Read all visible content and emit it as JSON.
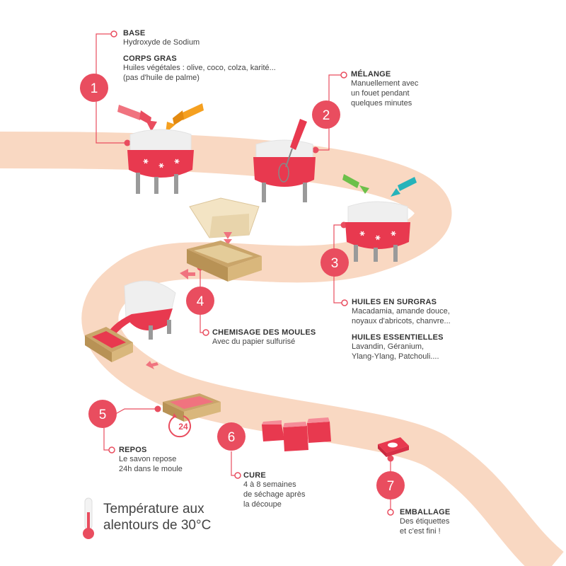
{
  "colors": {
    "path": "#f9d8c2",
    "accent": "#e94d5f",
    "soap": "#e8394f",
    "bowl": "#f0f0f0",
    "wood": "#caa56a"
  },
  "steps": {
    "s1": {
      "number": "1",
      "base_heading": "BASE",
      "base_text": "Hydroxyde de Sodium",
      "fat_heading": "CORPS GRAS",
      "fat_line1": "Huiles végétales : olive, coco, colza, karité...",
      "fat_line2": "(pas d'huile de palme)"
    },
    "s2": {
      "number": "2",
      "heading": "MÉLANGE",
      "line1": "Manuellement avec",
      "line2": "un fouet pendant",
      "line3": "quelques minutes"
    },
    "s3": {
      "number": "3",
      "surgras_heading": "HUILES EN SURGRAS",
      "surgras_line1": "Macadamia, amande douce,",
      "surgras_line2": "noyaux d'abricots, chanvre...",
      "ess_heading": "HUILES ESSENTIELLES",
      "ess_line1": "Lavandin, Géranium,",
      "ess_line2": "Ylang-Ylang, Patchouli...."
    },
    "s4": {
      "number": "4",
      "heading": "CHEMISAGE DES MOULES",
      "line1": "Avec du papier sulfurisé"
    },
    "s5": {
      "number": "5",
      "heading": "REPOS",
      "line1": "Le savon repose",
      "line2": "24h dans le moule",
      "timer": "24"
    },
    "s6": {
      "number": "6",
      "heading": "CURE",
      "line1": "4 à 8 semaines",
      "line2": "de séchage après",
      "line3": "la découpe"
    },
    "s7": {
      "number": "7",
      "heading": "EMBALLAGE",
      "line1": "Des étiquettes",
      "line2": "et c'est fini !"
    }
  },
  "temperature": {
    "line1": "Température aux",
    "line2": "alentours de 30°C"
  },
  "icons": [
    "pitcher-icon",
    "whisk-icon",
    "bowl-icon",
    "mold-icon",
    "parchment-icon",
    "soap-cube-icon",
    "clock-24-icon",
    "thermometer-icon",
    "packaged-soap-icon",
    "arrow-icon"
  ]
}
